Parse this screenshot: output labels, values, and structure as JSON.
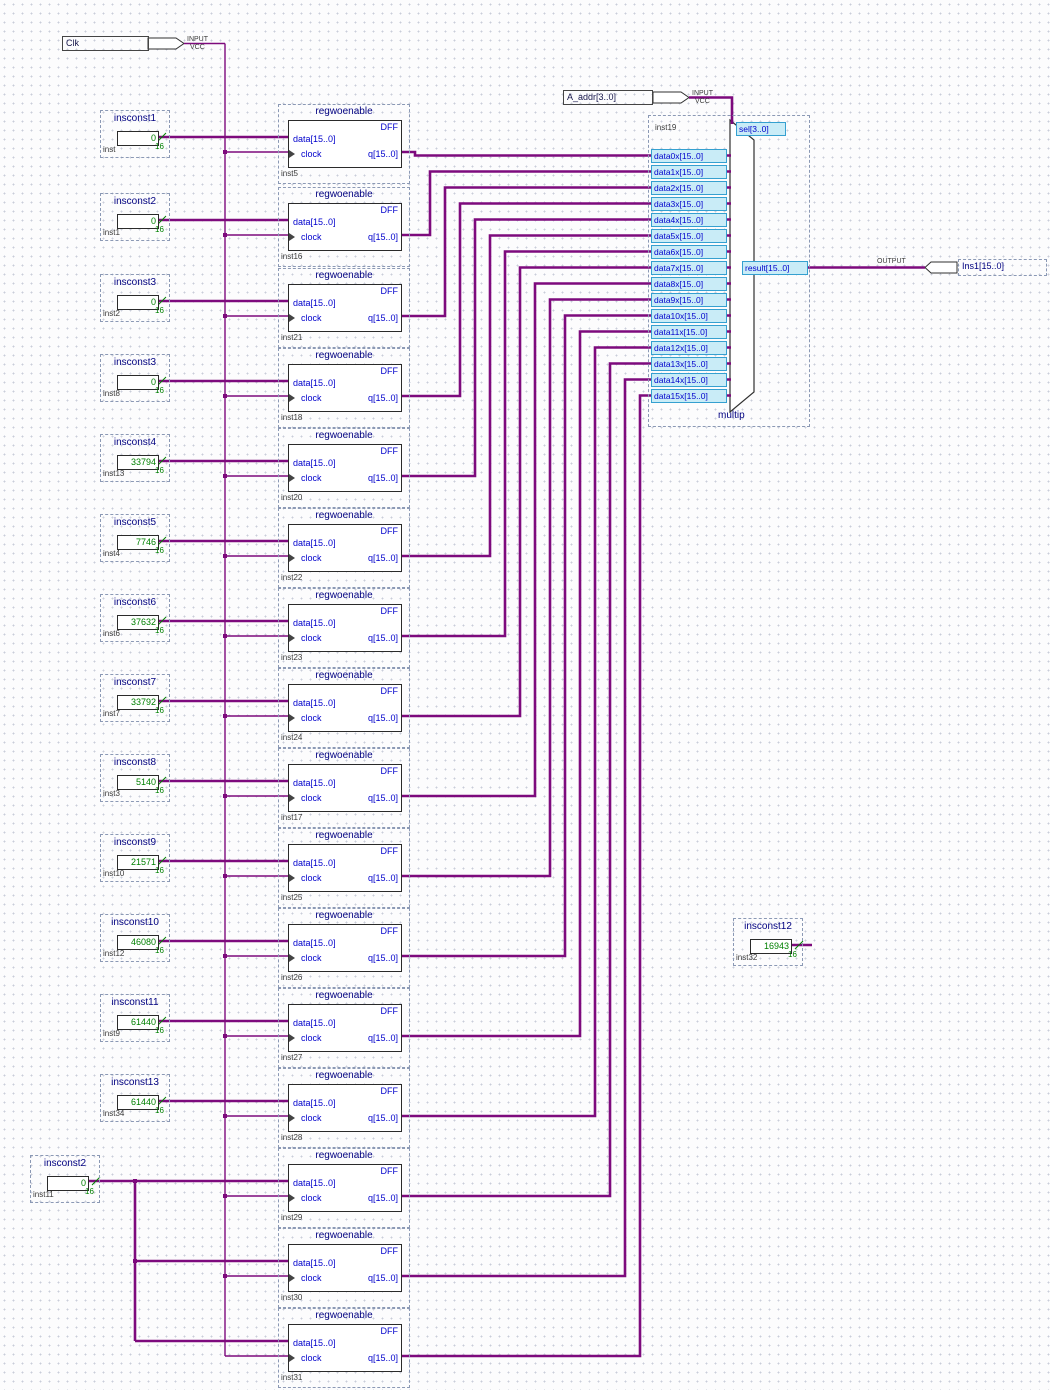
{
  "canvas": {
    "wire_color": "#7d0a7d",
    "accent_blue": "#0000cc",
    "value_green": "#008000",
    "title_navy": "#000080",
    "highlight_bg": "#c9ecf7"
  },
  "pins": {
    "clk": {
      "name": "Clk",
      "type": "INPUT",
      "level": "VCC"
    },
    "addr": {
      "name": "A_addr[3..0]",
      "type": "INPUT",
      "level": "VCC"
    },
    "out": {
      "name": "Ins1[15..0]",
      "type": "OUTPUT"
    }
  },
  "mux": {
    "inst": "inst19",
    "sel_label": "sel[3..0]",
    "result_label": "result[15..0]",
    "name": "multip",
    "inputs": [
      "data0x[15..0]",
      "data1x[15..0]",
      "data2x[15..0]",
      "data3x[15..0]",
      "data4x[15..0]",
      "data5x[15..0]",
      "data6x[15..0]",
      "data7x[15..0]",
      "data8x[15..0]",
      "data9x[15..0]",
      "data10x[15..0]",
      "data11x[15..0]",
      "data12x[15..0]",
      "data13x[15..0]",
      "data14x[15..0]",
      "data15x[15..0]"
    ]
  },
  "register_proto": {
    "title": "regwoenable",
    "type_label": "DFF",
    "data_port": "data[15..0]",
    "clock_port": "clock",
    "q_port": "q[15..0]"
  },
  "registers": [
    {
      "inst": "inst5"
    },
    {
      "inst": "inst16"
    },
    {
      "inst": "inst21"
    },
    {
      "inst": "inst18"
    },
    {
      "inst": "inst20"
    },
    {
      "inst": "inst22"
    },
    {
      "inst": "inst23"
    },
    {
      "inst": "inst24"
    },
    {
      "inst": "inst17"
    },
    {
      "inst": "inst25"
    },
    {
      "inst": "inst26"
    },
    {
      "inst": "inst27"
    },
    {
      "inst": "inst28"
    },
    {
      "inst": "inst29"
    },
    {
      "inst": "inst30"
    },
    {
      "inst": "inst31"
    }
  ],
  "constants": [
    {
      "title": "insconst1",
      "value": "0",
      "inst": "inst",
      "width": "16"
    },
    {
      "title": "insconst2",
      "value": "0",
      "inst": "inst1",
      "width": "16"
    },
    {
      "title": "insconst3",
      "value": "0",
      "inst": "inst2",
      "width": "16"
    },
    {
      "title": "insconst3",
      "value": "0",
      "inst": "inst8",
      "width": "16"
    },
    {
      "title": "insconst4",
      "value": "33794",
      "inst": "inst13",
      "width": "16"
    },
    {
      "title": "insconst5",
      "value": "7746",
      "inst": "inst4",
      "width": "16"
    },
    {
      "title": "insconst6",
      "value": "37632",
      "inst": "inst6",
      "width": "16"
    },
    {
      "title": "insconst7",
      "value": "33792",
      "inst": "inst7",
      "width": "16"
    },
    {
      "title": "insconst8",
      "value": "5140",
      "inst": "inst3",
      "width": "16"
    },
    {
      "title": "insconst9",
      "value": "21571",
      "inst": "inst10",
      "width": "16"
    },
    {
      "title": "insconst10",
      "value": "46080",
      "inst": "inst12",
      "width": "16"
    },
    {
      "title": "insconst11",
      "value": "61440",
      "inst": "inst9",
      "width": "16"
    },
    {
      "title": "insconst13",
      "value": "61440",
      "inst": "inst34",
      "width": "16"
    }
  ],
  "const_bottom": {
    "title": "insconst2",
    "value": "0",
    "inst": "inst11",
    "width": "16"
  },
  "const_right": {
    "title": "insconst12",
    "value": "16943",
    "inst": "inst32",
    "width": "16"
  }
}
